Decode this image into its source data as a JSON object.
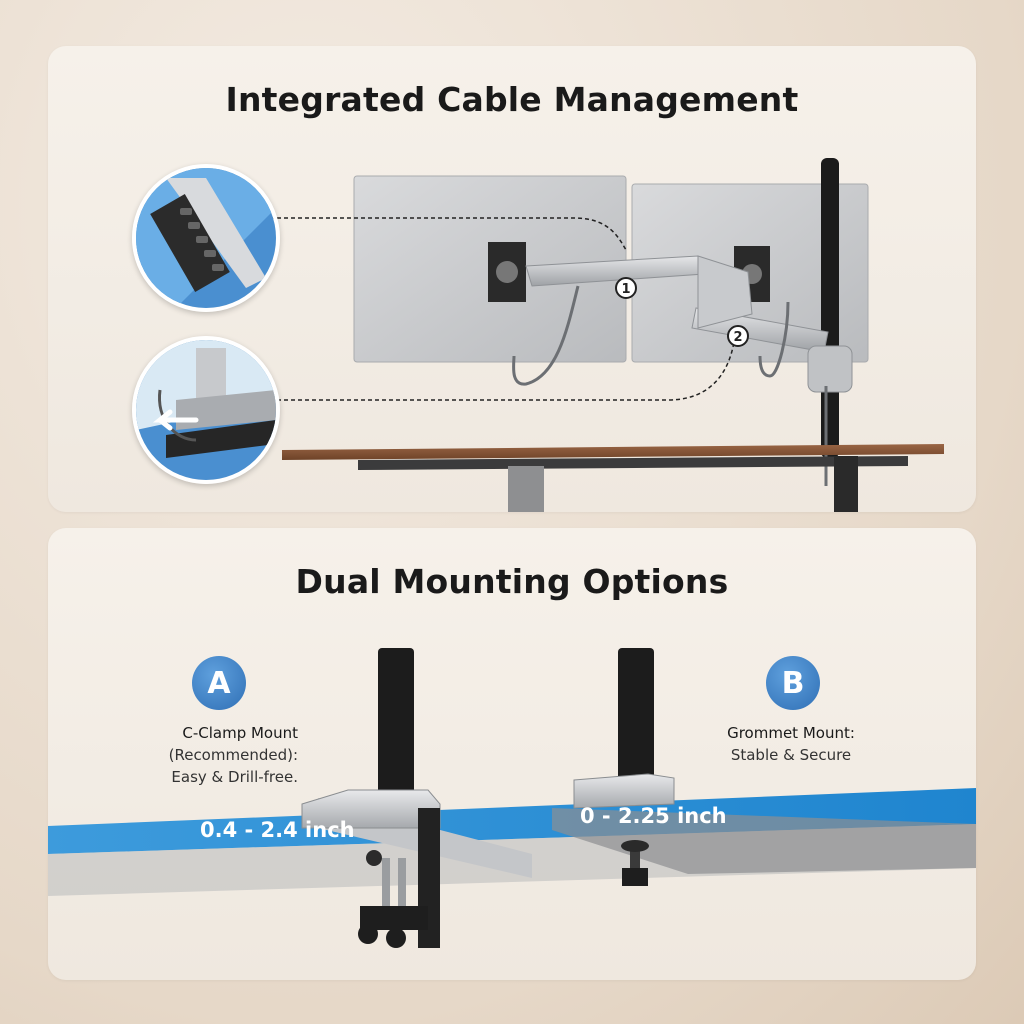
{
  "top_panel": {
    "title": "Integrated Cable Management",
    "markers": [
      {
        "label": "1"
      },
      {
        "label": "2"
      }
    ]
  },
  "bottom_panel": {
    "title": "Dual Mounting Options",
    "option_a": {
      "badge": "A",
      "name": "C-Clamp Mount",
      "note": "(Recommended):",
      "detail": "Easy & Drill-free.",
      "thickness": "0.4 - 2.4 inch"
    },
    "option_b": {
      "badge": "B",
      "name": "Grommet Mount:",
      "detail": "Stable & Secure",
      "thickness": "0 - 2.25 inch"
    }
  },
  "colors": {
    "badge_blue": "#3b7dc4",
    "desk_band_blue": "#2a8fd4",
    "desk_wood": "#8b5a3c",
    "panel_bg": "#f3ede5"
  }
}
